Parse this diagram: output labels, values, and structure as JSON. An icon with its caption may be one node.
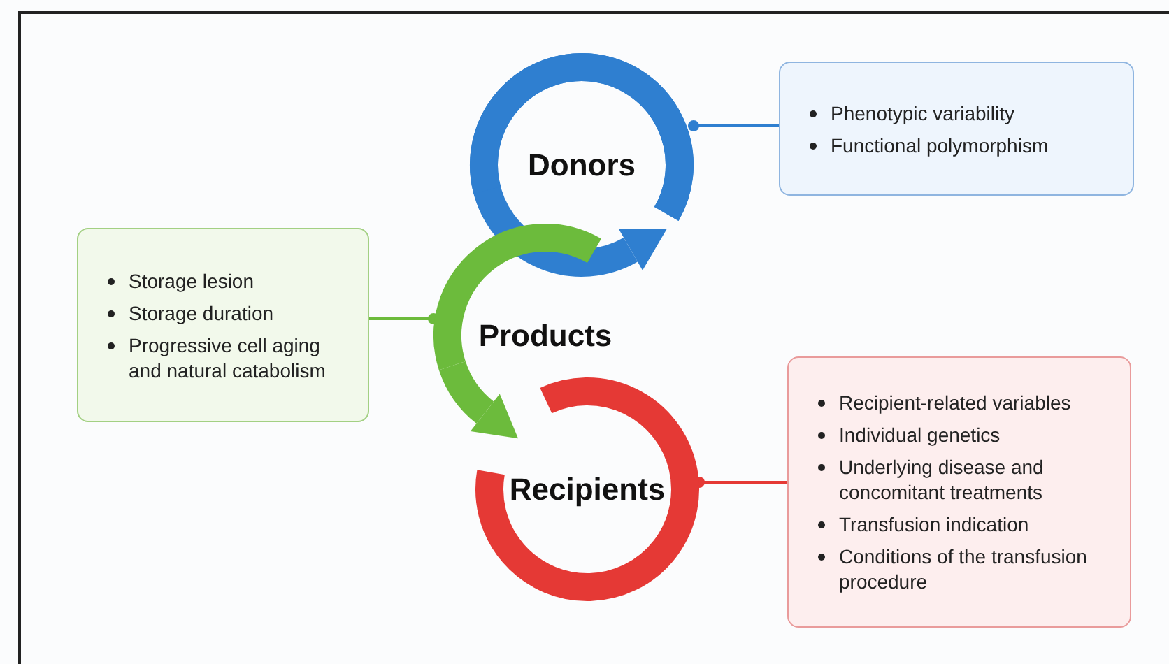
{
  "diagram": {
    "nodes": [
      {
        "text": [
          "Donors"
        ]
      },
      {
        "text": [
          "Products"
        ]
      },
      {
        "text": [
          "Recipients"
        ]
      },
      {
        "text": [
          "Phenotypic variability",
          "Functional polymorphism"
        ]
      },
      {
        "text": [
          "Storage lesion",
          "Storage duration",
          "Progressive cell aging and natural catabolism"
        ]
      },
      {
        "text": [
          "Recipient-related variables",
          "Individual genetics",
          "Underlying disease and concomitant treatments",
          "Transfusion indication",
          "Conditions of the transfusion procedure"
        ]
      }
    ],
    "edges": [
      {
        "from": 0,
        "to": 1,
        "arrow": "to",
        "style": "thick",
        "color": "#2f7fd0"
      },
      {
        "from": 1,
        "to": 2,
        "arrow": "to",
        "style": "thick",
        "color": "#6cbb3c"
      },
      {
        "from": 3,
        "to": 0,
        "arrow": "other",
        "color": "#2f7fd0"
      },
      {
        "from": 4,
        "to": 1,
        "arrow": "other",
        "color": "#6cbb3c"
      },
      {
        "from": 5,
        "to": 2,
        "arrow": "other",
        "color": "#e53935"
      }
    ]
  }
}
